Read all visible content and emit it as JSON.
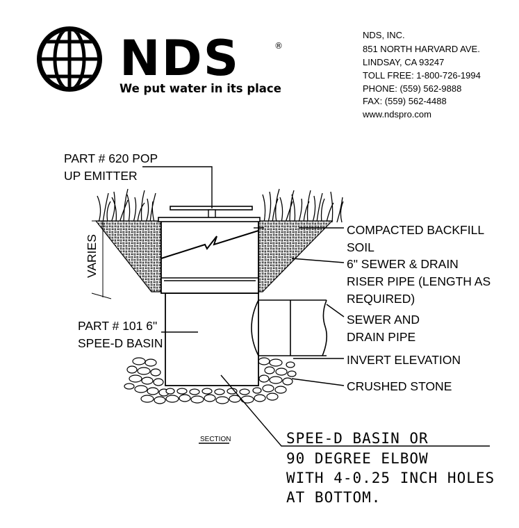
{
  "logo": {
    "brand": "NDS",
    "registered_mark": "®",
    "tagline": "We put water in its place",
    "icon": "globe-icon"
  },
  "company_info": {
    "lines": [
      "NDS, INC.",
      "851 NORTH HARVARD AVE.",
      "LINDSAY, CA 93247",
      "TOLL FREE: 1-800-726-1994",
      "PHONE: (559) 562-9888",
      "FAX: (559) 562-4488",
      "www.ndspro.com"
    ]
  },
  "labels": {
    "emitter_line1": "PART # 620 POP",
    "emitter_line2": "UP EMITTER",
    "backfill_line1": "COMPACTED BACKFILL",
    "backfill_line2": "SOIL",
    "riser_line1": "6\" SEWER & DRAIN",
    "riser_line2": "RISER PIPE (LENGTH AS",
    "riser_line3": "REQUIRED)",
    "sewer_line1": "SEWER AND",
    "sewer_line2": "DRAIN PIPE",
    "invert": "INVERT ELEVATION",
    "stone": "CRUSHED STONE",
    "basin_line1": "PART # 101 6\"",
    "basin_line2": "SPEE-D BASIN",
    "varies": "VARIES",
    "section": "SECTION"
  },
  "note": {
    "lines": [
      "SPEE-D BASIN OR",
      "90 DEGREE ELBOW",
      "WITH 4-0.25 INCH HOLES",
      "AT BOTTOM."
    ]
  }
}
